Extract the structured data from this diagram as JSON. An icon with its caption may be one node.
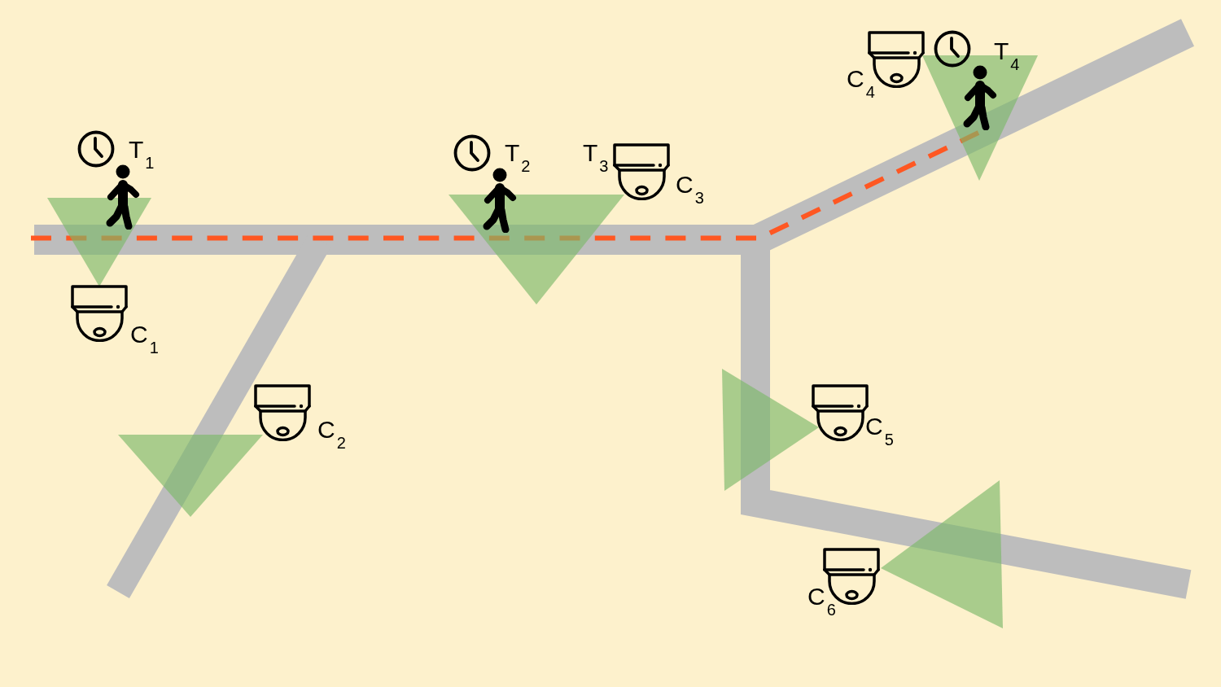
{
  "diagram": {
    "nodes": [
      {
        "text": [],
        "shape": "triangle"
      },
      {
        "text": [],
        "shape": "triangle"
      },
      {
        "text": [],
        "shape": "triangle"
      },
      {
        "text": [],
        "shape": "triangle"
      },
      {
        "text": [],
        "shape": "triangle"
      },
      {
        "text": [],
        "shape": "triangle"
      }
    ],
    "labels": [
      "C$_{4}$",
      "T$_{4}$",
      "T$_{1}$",
      "T$_{2}$",
      "T$_{3}$",
      "C$_{3}$",
      "C$_{1}$",
      "C$_{2}$",
      "C$_{5}$",
      "C$_{6}$"
    ]
  }
}
